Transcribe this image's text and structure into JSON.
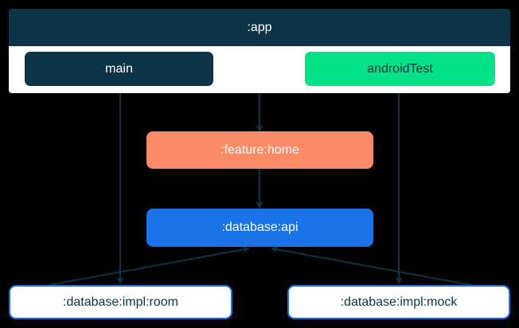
{
  "diagram": {
    "type": "dependency-graph",
    "background_color": "#000000",
    "nodes": {
      "app": {
        "label": ":app",
        "fill": "#0d3446",
        "text_color": "#ffffff",
        "inner_fill": "#ffffff"
      },
      "main": {
        "label": "main",
        "fill": "#0d3446",
        "text_color": "#ffffff"
      },
      "android_test": {
        "label": "androidTest",
        "fill": "#01e287",
        "text_color": "#0d3446"
      },
      "feature_home": {
        "label": ":feature:home",
        "fill": "#fb8a67",
        "text_color": "#ffffff"
      },
      "database_api": {
        "label": ":database:api",
        "fill": "#1b73e8",
        "text_color": "#ffffff"
      },
      "database_impl_room": {
        "label": ":database:impl:room",
        "fill": "#ffffff",
        "text_color": "#0d3446",
        "border_color": "#1b73e8"
      },
      "database_impl_mock": {
        "label": ":database:impl:mock",
        "fill": "#ffffff",
        "text_color": "#0d3446",
        "border_color": "#1b73e8"
      }
    },
    "edges": [
      {
        "from": "main",
        "to": "database_impl_room",
        "style": "solid",
        "color": "#0d3446"
      },
      {
        "from": "app",
        "to": "feature_home",
        "style": "solid",
        "color": "#0d3446"
      },
      {
        "from": "android_test",
        "to": "database_impl_mock",
        "style": "solid",
        "color": "#0d3446"
      },
      {
        "from": "feature_home",
        "to": "database_api",
        "style": "solid",
        "color": "#0d3446"
      },
      {
        "from": "database_impl_room",
        "to": "database_api",
        "style": "solid",
        "color": "#0d3446"
      },
      {
        "from": "database_impl_mock",
        "to": "database_api",
        "style": "solid",
        "color": "#0d3446"
      }
    ]
  }
}
